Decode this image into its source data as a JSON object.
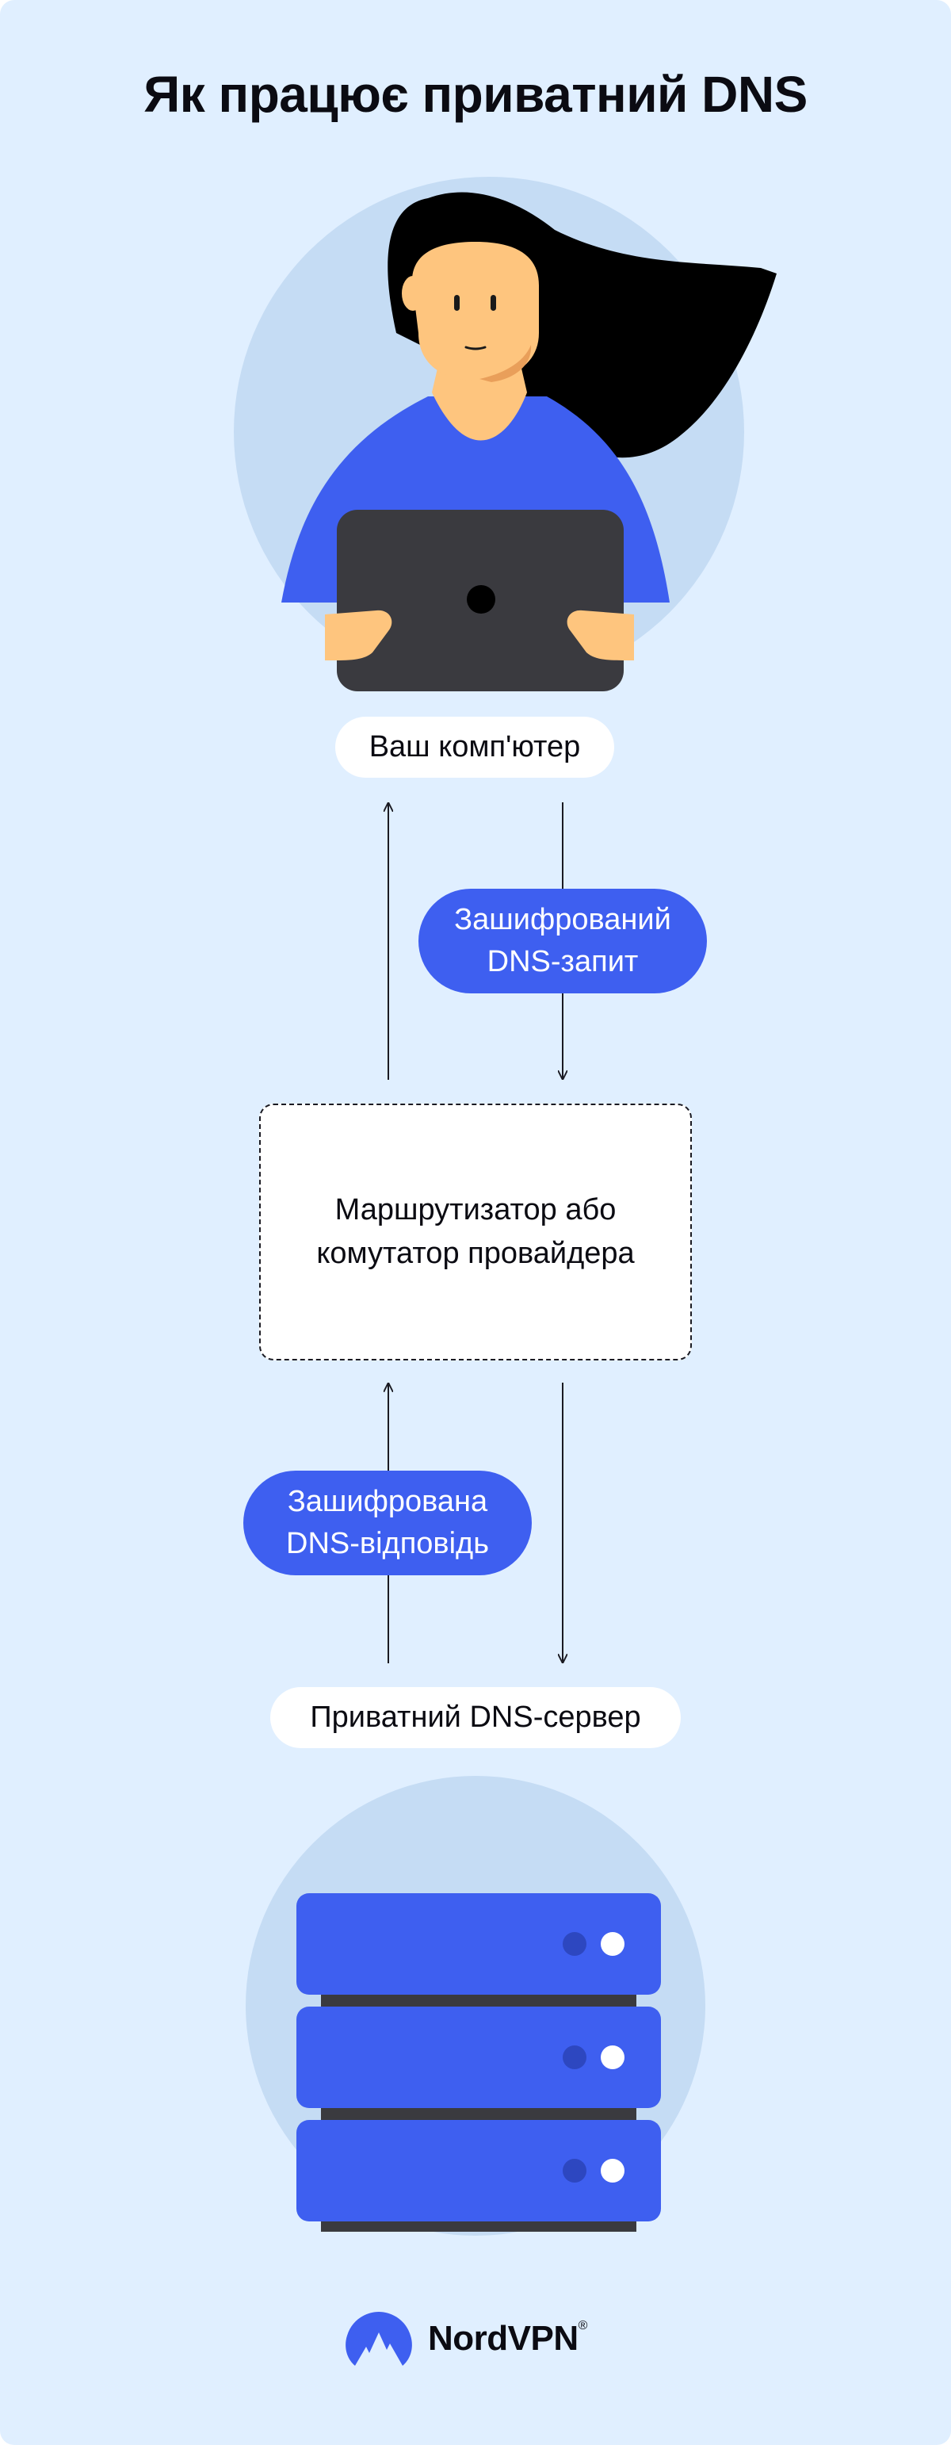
{
  "title": "Як працює приватний DNS",
  "nodes": {
    "computer": "Ваш комп'ютер",
    "router_line1": "Маршрутизатор або",
    "router_line2": "комутатор провайдера",
    "server": "Приватний DNS-сервер"
  },
  "edges": {
    "request_line1": "Зашифрований",
    "request_line2": "DNS-запит",
    "response_line1": "Зашифрована",
    "response_line2": "DNS-відповідь"
  },
  "brand": {
    "name": "NordVPN",
    "trademark": "®"
  },
  "colors": {
    "background": "#e0efff",
    "circle": "#c5dcf4",
    "accent": "#3e5ff0",
    "skin": "#fec57e",
    "laptop": "#3a3a3f",
    "hair": "#000000"
  }
}
